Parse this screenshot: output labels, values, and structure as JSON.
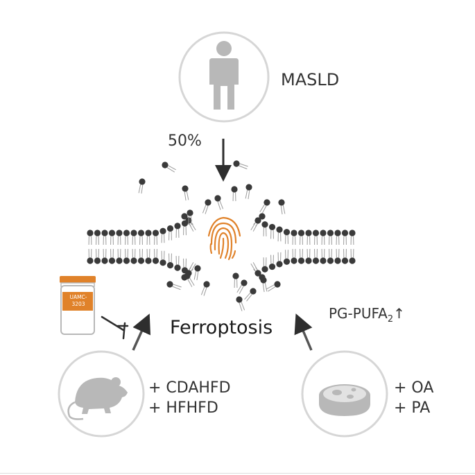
{
  "human": {
    "label": "MASLD",
    "percent": "50%"
  },
  "center": {
    "label": "Ferroptosis"
  },
  "lipid_label": {
    "text": "PG-PUFA",
    "subscript": "2",
    "arrow": "↑"
  },
  "inhibitor": {
    "line1": "UAMC-",
    "line2": "3203"
  },
  "mouse_model": {
    "line1": "+ CDAHFD",
    "line2": "+ HFHFD"
  },
  "cell_model": {
    "line1": "+ OA",
    "line2": "+ PA"
  },
  "colors": {
    "accent": "#e0822a",
    "icon_grey": "#b8b8b8",
    "circle_stroke": "#d6d6d6",
    "lipid_head": "#3a3a3a"
  },
  "icons": [
    "person-icon",
    "fingerprint-icon",
    "vial-icon",
    "mouse-icon",
    "petri-dish-icon"
  ]
}
